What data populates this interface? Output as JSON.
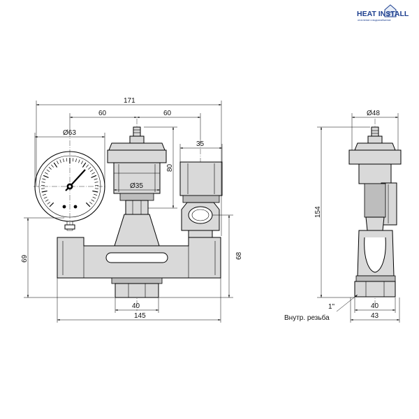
{
  "logo": {
    "name": "HEAT INSTALL",
    "tagline": "отопление и водоснабжение",
    "brand_color": "#1d3f8f"
  },
  "dimensions": {
    "overall_width": "171",
    "gauge_offset": "60",
    "valve_offset": "60",
    "gauge_diameter": "Ø63",
    "valve_width": "35",
    "vent_height": "80",
    "vent_diameter": "Ø35",
    "left_height": "69",
    "right_height": "68",
    "bottom_port": "40",
    "base_width": "145",
    "side_diameter": "Ø48",
    "side_height": "154",
    "side_port": "40",
    "side_base": "43",
    "thread_size": "1\"",
    "thread_label": "Внутр. резьба"
  }
}
